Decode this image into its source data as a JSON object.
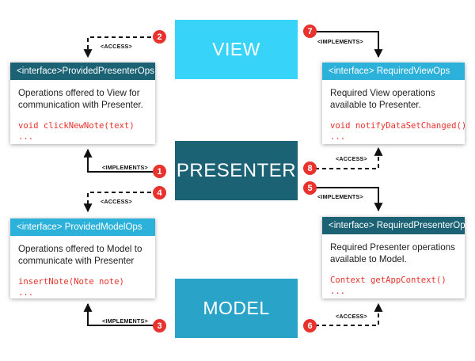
{
  "nodes": {
    "view": "VIEW",
    "presenter": "PRESENTER",
    "model": "MODEL"
  },
  "cards": {
    "provided_presenter_ops": {
      "header": "<interface>ProvidedPresenterOps",
      "description": "Operations offered to View for communication with Presenter.",
      "code": "void clickNewNote(text)\n..."
    },
    "required_view_ops": {
      "header": "<interface> RequiredViewOps",
      "description": "Required View operations available to Presenter.",
      "code": "void notifyDataSetChanged()\n..."
    },
    "provided_model_ops": {
      "header": "<interface> ProvidedModelOps",
      "description": "Operations offered to Model to communicate with Presenter",
      "code": "insertNote(Note note)\n..."
    },
    "required_presenter_ops": {
      "header": "<interface> RequiredPresenterOps",
      "description": "Required Presenter operations available to Model.",
      "code": "Context getAppContext()\n..."
    }
  },
  "badges": [
    "1",
    "2",
    "3",
    "4",
    "5",
    "6",
    "7",
    "8"
  ],
  "edge_labels": {
    "access": "<ACCESS>",
    "implements": "<IMPLEMENTS>"
  },
  "colors": {
    "view": "#38d3f9",
    "presenter": "#1b6275",
    "model": "#29a3c7",
    "badge": "#e8322d",
    "code": "#e8322d",
    "header_dark": "#1b6275",
    "header_light": "#2cb1da"
  }
}
